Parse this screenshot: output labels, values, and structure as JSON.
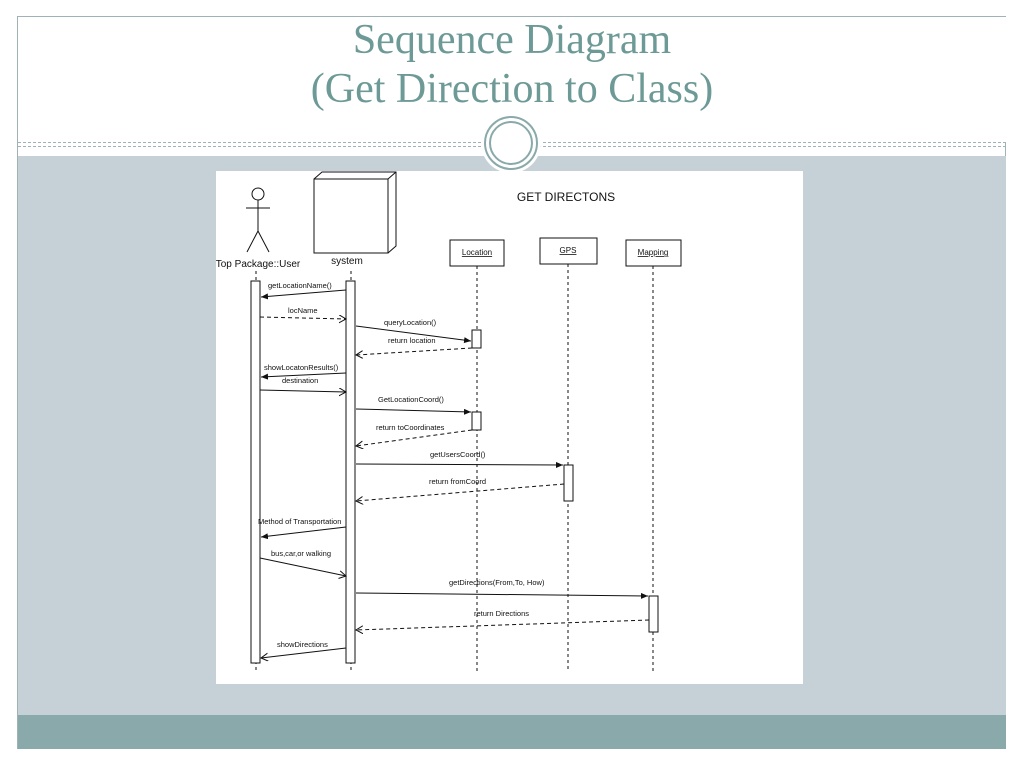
{
  "slide": {
    "title_line1": "Sequence Diagram",
    "title_line2": "(Get Direction to Class)"
  },
  "diagram": {
    "heading": "GET DIRECTONS",
    "actor_label": "Top Package::User",
    "system_label": "system",
    "objects": {
      "location": "Location",
      "gps": "GPS",
      "mapping": "Mapping"
    },
    "messages": {
      "m1": "getLocationName()",
      "m2": "locName",
      "m3": "queryLocation()",
      "m4": "return location",
      "m5": "showLocatonResults()",
      "m6": "destination",
      "m7": "GetLocationCoord()",
      "m8": "return toCoordinates",
      "m9": "getUsersCoord()",
      "m10": "return fromCoord",
      "m11": "Method of Transportation",
      "m12": "bus,car,or walking",
      "m13": "getDirections(From,To, How)",
      "m14": "return Directions",
      "m15": "showDirections"
    }
  },
  "colors": {
    "title": "#6d9a96",
    "content_band": "#c5d1d7",
    "footer_band": "#8aa9aa"
  }
}
